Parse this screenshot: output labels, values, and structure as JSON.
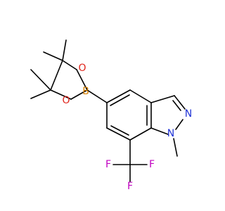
{
  "molecule": {
    "atoms": {
      "O_upper": {
        "symbol": "O",
        "color": "#e0241b"
      },
      "O_lower": {
        "symbol": "O",
        "color": "#e0241b"
      },
      "B": {
        "symbol": "B",
        "color": "#d98200"
      },
      "N2": {
        "symbol": "N",
        "color": "#2033d6"
      },
      "N1": {
        "symbol": "N",
        "color": "#2033d6"
      },
      "F_left": {
        "symbol": "F",
        "color": "#c000c0"
      },
      "F_right": {
        "symbol": "F",
        "color": "#c000c0"
      },
      "F_bottom": {
        "symbol": "F",
        "color": "#c000c0"
      }
    },
    "bond_color": "#000000"
  }
}
